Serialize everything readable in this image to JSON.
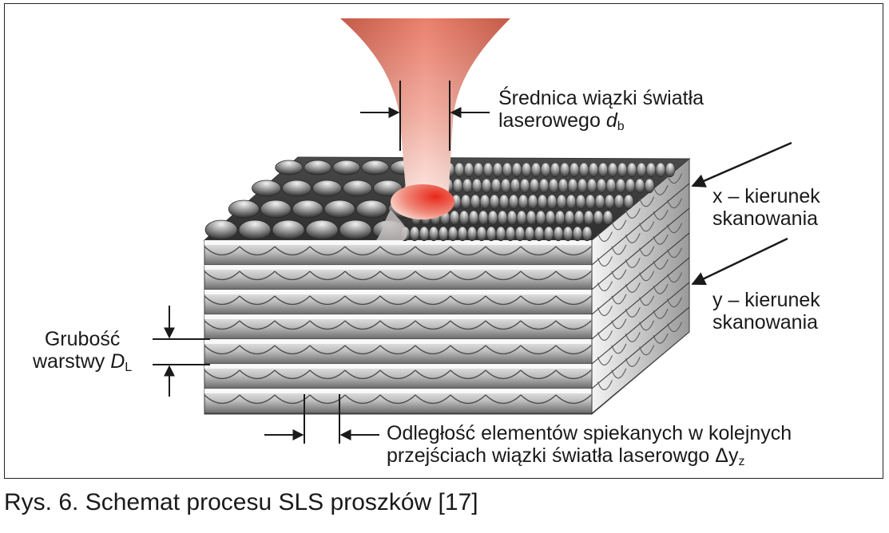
{
  "labels": {
    "beam_diameter": {
      "line1": "Średnica wiązki światła",
      "line2_prefix": "laserowego ",
      "symbol": "d",
      "subscript": "b"
    },
    "x_direction": {
      "line1": "x – kierunek",
      "line2": "skanowania"
    },
    "y_direction": {
      "line1": "y – kierunek",
      "line2": "skanowania"
    },
    "layer_thickness": {
      "line1": "Grubość",
      "line2_prefix": "warstwy ",
      "symbol": "D",
      "subscript": "L"
    },
    "hatch_spacing": {
      "line1": "Odległość elementów spiekanych w kolejnych",
      "line2_prefix": "przejściach wiązki światła laserowgo Δy",
      "subscript": "z"
    }
  },
  "caption": "Rys. 6. Schemat procesu SLS proszków [17]",
  "colors": {
    "laser": "#e8735c",
    "laser_hot": "#e8281a",
    "powder_dark": "#3c3c3c",
    "powder_light": "#e6e6e6"
  }
}
